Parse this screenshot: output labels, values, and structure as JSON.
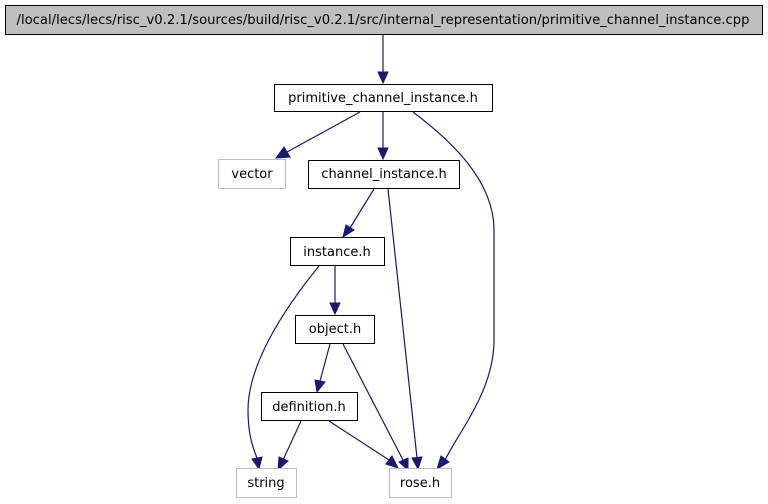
{
  "diagram": {
    "type": "include-dependency-graph",
    "colors": {
      "edge": "#191970",
      "root_fill": "#bfbfbf",
      "node_border": "#000000",
      "external_border": "#bfbfbf",
      "background": "#ffffff"
    },
    "nodes": {
      "root": {
        "label": "/local/lecs/lecs/risc_v0.2.1/sources/build/risc_v0.2.1/src/internal_representation/primitive_channel_instance.cpp",
        "kind": "root"
      },
      "primitive_channel_instance_h": {
        "label": "primitive_channel_instance.h",
        "kind": "documented"
      },
      "vector": {
        "label": "vector",
        "kind": "external"
      },
      "channel_instance_h": {
        "label": "channel_instance.h",
        "kind": "documented"
      },
      "instance_h": {
        "label": "instance.h",
        "kind": "documented"
      },
      "object_h": {
        "label": "object.h",
        "kind": "documented"
      },
      "definition_h": {
        "label": "definition.h",
        "kind": "documented"
      },
      "string": {
        "label": "string",
        "kind": "external"
      },
      "rose_h": {
        "label": "rose.h",
        "kind": "external"
      }
    },
    "edges": [
      {
        "from": "root",
        "to": "primitive_channel_instance_h"
      },
      {
        "from": "primitive_channel_instance_h",
        "to": "vector"
      },
      {
        "from": "primitive_channel_instance_h",
        "to": "channel_instance_h"
      },
      {
        "from": "primitive_channel_instance_h",
        "to": "rose_h"
      },
      {
        "from": "channel_instance_h",
        "to": "instance_h"
      },
      {
        "from": "channel_instance_h",
        "to": "rose_h"
      },
      {
        "from": "instance_h",
        "to": "object_h"
      },
      {
        "from": "instance_h",
        "to": "string"
      },
      {
        "from": "object_h",
        "to": "definition_h"
      },
      {
        "from": "object_h",
        "to": "rose_h"
      },
      {
        "from": "definition_h",
        "to": "string"
      },
      {
        "from": "definition_h",
        "to": "rose_h"
      }
    ]
  }
}
